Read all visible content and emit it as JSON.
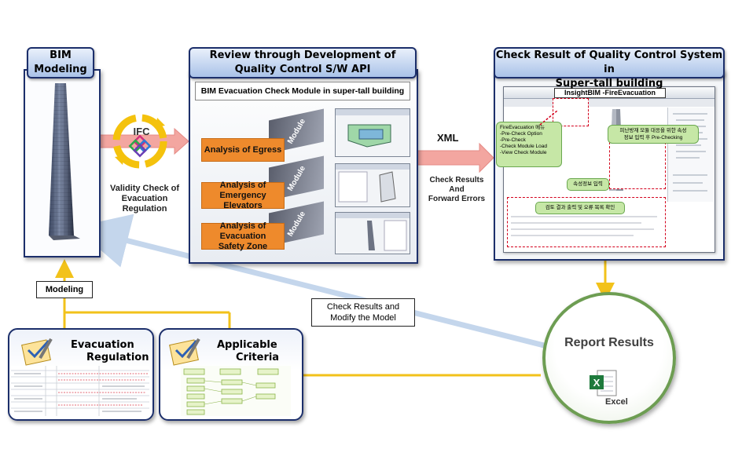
{
  "bim": {
    "title_line1": "BIM",
    "title_line2": "Modeling"
  },
  "ifc": {
    "label": "IFC",
    "caption_line1": "Validity Check of",
    "caption_line2": "Evacuation Regulation"
  },
  "review": {
    "title_line1": "Review through Development of",
    "title_line2": "Quality Control S/W API",
    "subtitle": "BIM Evacuation Check Module in super-tall building",
    "modules": [
      {
        "label_line1": "Analysis of Egress",
        "label_line2": "",
        "tab": "Module"
      },
      {
        "label_line1": "Analysis of",
        "label_line2": "Emergency Elevators",
        "tab": "Module"
      },
      {
        "label_line1": "Analysis of Evacuation",
        "label_line2": "Safety Zone",
        "tab": "Module"
      }
    ]
  },
  "xml": {
    "label": "XML",
    "caption_line1": "Check Results",
    "caption_line2": "And",
    "caption_line3": "Forward Errors"
  },
  "check": {
    "title_line1": "Check Result of Quality Control System in",
    "title_line2": "Super-tall building",
    "window_title": "InsightBIM -FireEvacuation",
    "callout_left": [
      "FireEvacuation 메뉴",
      "-Pre-Check Option",
      "-Pre-Check",
      "-Check Module Load",
      "-View Check Module"
    ],
    "callout_right_line1": "피난방재 모듈 대응을 위한 속성",
    "callout_right_line2": "정보 입력 후 Pre-Checking",
    "callout_mid": "속성정보 입력",
    "callout_bottom": "검토 결과 출력 및 오류 목록 확인"
  },
  "modeling_label": "Modeling",
  "feedback": {
    "line1": "Check Results and",
    "line2": "Modify the Model"
  },
  "report": {
    "title": "Report Results",
    "excel_label": "Excel"
  },
  "evac_reg": {
    "line1": "Evacuation",
    "line2": "Regulation"
  },
  "criteria": {
    "line1": "Applicable",
    "line2": "Criteria"
  },
  "colors": {
    "navy": "#1c2f6b",
    "orange": "#ee8a2c",
    "yellow_arrow": "#f2c21a",
    "pink_arrow": "#f3a6a0",
    "green_callout": "#c6e7a6"
  }
}
